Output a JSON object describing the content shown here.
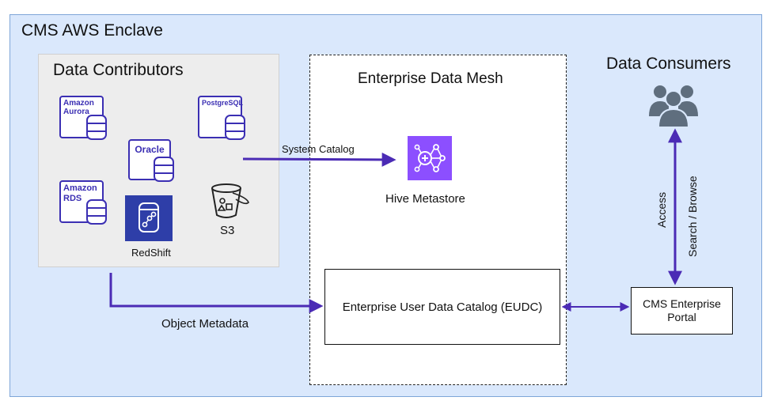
{
  "enclave": {
    "title": "CMS AWS Enclave"
  },
  "contributors": {
    "title": "Data Contributors",
    "sources": [
      {
        "name": "Amazon\nAurora",
        "icon": "amazon-aurora-icon"
      },
      {
        "name": "PostgreSQL",
        "icon": "postgresql-icon"
      },
      {
        "name": "Oracle",
        "icon": "oracle-icon"
      },
      {
        "name": "Amazon\nRDS",
        "icon": "amazon-rds-icon"
      },
      {
        "name": "RedShift",
        "icon": "redshift-icon"
      },
      {
        "name": "S3",
        "icon": "s3-bucket-icon"
      }
    ]
  },
  "mesh": {
    "title": "Enterprise Data Mesh",
    "hive_label": "Hive Metastore",
    "eudc_label": "Enterprise User Data Catalog (EUDC)"
  },
  "consumers": {
    "title": "Data Consumers",
    "portal_label": "CMS Enterprise\nPortal"
  },
  "flows": {
    "system_catalog": "System Catalog",
    "object_metadata": "Object Metadata",
    "access": "Access",
    "search_browse": "Search / Browse"
  },
  "colors": {
    "arrow": "#4b2bb5",
    "enclave_bg": "#dae8fc",
    "icon_purple": "#3b2fb3",
    "hive_bg": "#8c4fff",
    "redshift_bg": "#2e3ea8",
    "consumers_icon": "#5f6e7e"
  }
}
